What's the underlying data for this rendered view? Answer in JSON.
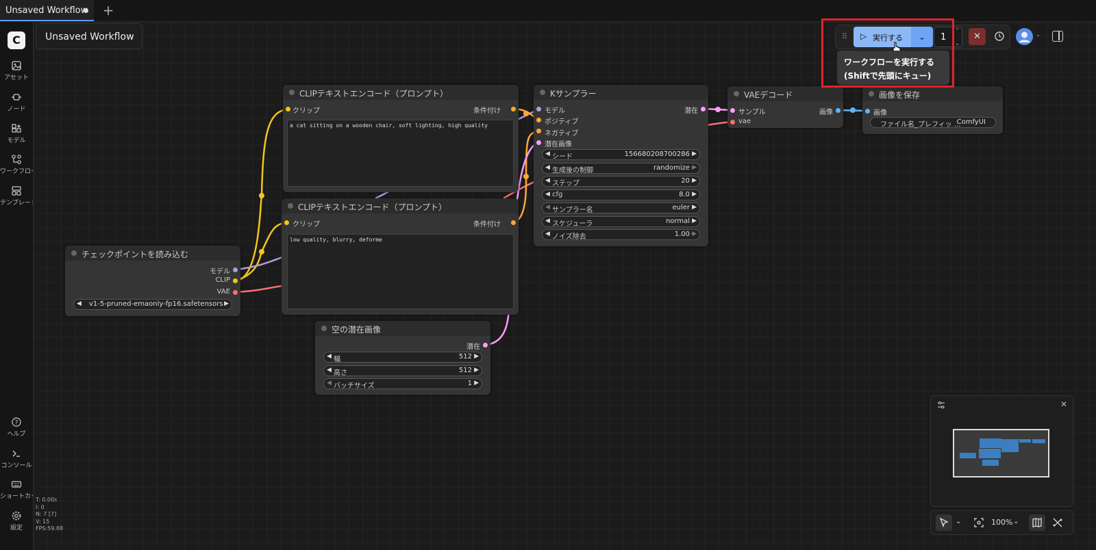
{
  "tabs": {
    "active_label": "Unsaved Workflow",
    "new_tab": "+"
  },
  "workflow_menu": {
    "name": "Unsaved Workflow"
  },
  "sidebar": {
    "logo": "C",
    "items": [
      {
        "label": "アセット",
        "icon": "image-icon"
      },
      {
        "label": "ノード",
        "icon": "node-icon"
      },
      {
        "label": "モデル",
        "icon": "model-icon"
      },
      {
        "label": "ワークフロー",
        "icon": "workflow-icon"
      },
      {
        "label": "テンプレート",
        "icon": "template-icon"
      }
    ],
    "bottom_items": [
      {
        "label": "ヘルプ",
        "icon": "help-icon"
      },
      {
        "label": "コンソール",
        "icon": "terminal-icon"
      },
      {
        "label": "ショートカット",
        "icon": "keyboard-icon"
      },
      {
        "label": "設定",
        "icon": "gear-icon"
      }
    ]
  },
  "toolbar": {
    "run_label": "実行する",
    "queue_count": "1",
    "tooltip_line1": "ワークフローを実行する",
    "tooltip_line2": "(Shiftで先頭にキュー)"
  },
  "nodes": {
    "clip_pos": {
      "title": "CLIPテキストエンコード（プロンプト）",
      "input_clip": "クリップ",
      "output": "条件付け",
      "text": "a cat sitting on a wooden chair, soft lighting, high quality"
    },
    "clip_neg": {
      "title": "CLIPテキストエンコード（プロンプト）",
      "input_clip": "クリップ",
      "output": "条件付け",
      "text": "low quality, blurry, deforme"
    },
    "checkpoint": {
      "title": "チェックポイントを読み込む",
      "out_model": "モデル",
      "out_clip": "CLIP",
      "out_vae": "VAE",
      "ckpt_name": "v1-5-pruned-emaonly-fp16.safetensors"
    },
    "ksampler": {
      "title": "Kサンプラー",
      "in_model": "モデル",
      "in_positive": "ポジティブ",
      "in_negative": "ネガティブ",
      "in_latent": "潜在画像",
      "out_latent": "潜在",
      "widgets": [
        {
          "label": "シード",
          "value": "156680208700286"
        },
        {
          "label": "生成後の制御",
          "value": "randomize"
        },
        {
          "label": "ステップ",
          "value": "20"
        },
        {
          "label": "cfg",
          "value": "8.0"
        },
        {
          "label": "サンプラー名",
          "value": "euler"
        },
        {
          "label": "スケジューラ",
          "value": "normal"
        },
        {
          "label": "ノイズ除去",
          "value": "1.00"
        }
      ]
    },
    "vae_decode": {
      "title": "VAEデコード",
      "in_samples": "サンプル",
      "in_vae": "vae",
      "out_image": "画像"
    },
    "save_image": {
      "title": "画像を保存",
      "in_images": "画像",
      "prefix_label": "ファイル名_プレフィッ ...",
      "prefix_value": "ComfyUI"
    },
    "empty_latent": {
      "title": "空の潜在画像",
      "out_latent": "潜在",
      "widgets": [
        {
          "label": "幅",
          "value": "512"
        },
        {
          "label": "高さ",
          "value": "512"
        },
        {
          "label": "バッチサイズ",
          "value": "1"
        }
      ]
    }
  },
  "canvas_controls": {
    "zoom": "100%"
  },
  "stats": {
    "t": "T: 0.00s",
    "i": "I: 0",
    "n": "N: 7 [7]",
    "v": "V: 15",
    "fps": "FPS:59.88"
  },
  "colors": {
    "accent": "#8cb8f7",
    "highlight": "#e0242c",
    "clip_wire": "#f5c518",
    "model_wire": "#b39ddb",
    "vae_wire": "#ff6e6e",
    "cond_wire": "#ffa931",
    "latent_wire": "#ff9cf9",
    "image_wire": "#64b5f6"
  }
}
